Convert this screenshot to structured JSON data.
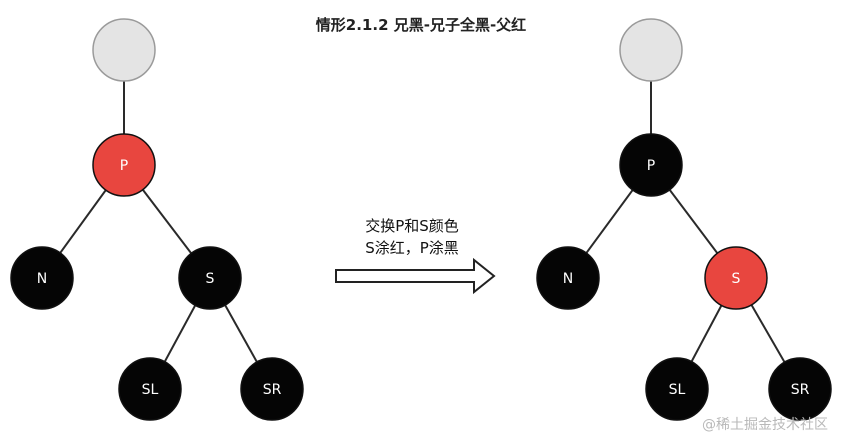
{
  "title": "情形2.1.2 兄黑-兄子全黑-父红",
  "caption": {
    "line1": "交换P和S颜色",
    "line2": "S涂红，P涂黑"
  },
  "watermark": "@稀土掘金技术社区",
  "colors": {
    "red": "#E8463F",
    "black": "#050505",
    "grey": "#E4E4E4",
    "line": "#2a2a2a"
  },
  "before": {
    "nodes": [
      {
        "id": "root",
        "label": "",
        "color": "grey"
      },
      {
        "id": "P",
        "label": "P",
        "color": "red"
      },
      {
        "id": "N",
        "label": "N",
        "color": "black"
      },
      {
        "id": "S",
        "label": "S",
        "color": "black"
      },
      {
        "id": "SL",
        "label": "SL",
        "color": "black"
      },
      {
        "id": "SR",
        "label": "SR",
        "color": "black"
      }
    ],
    "edges": [
      [
        "root",
        "P"
      ],
      [
        "P",
        "N"
      ],
      [
        "P",
        "S"
      ],
      [
        "S",
        "SL"
      ],
      [
        "S",
        "SR"
      ]
    ]
  },
  "after": {
    "nodes": [
      {
        "id": "root",
        "label": "",
        "color": "grey"
      },
      {
        "id": "P",
        "label": "P",
        "color": "black"
      },
      {
        "id": "N",
        "label": "N",
        "color": "black"
      },
      {
        "id": "S",
        "label": "S",
        "color": "red"
      },
      {
        "id": "SL",
        "label": "SL",
        "color": "black"
      },
      {
        "id": "SR",
        "label": "SR",
        "color": "black"
      }
    ],
    "edges": [
      [
        "root",
        "P"
      ],
      [
        "P",
        "N"
      ],
      [
        "P",
        "S"
      ],
      [
        "S",
        "SL"
      ],
      [
        "S",
        "SR"
      ]
    ]
  }
}
